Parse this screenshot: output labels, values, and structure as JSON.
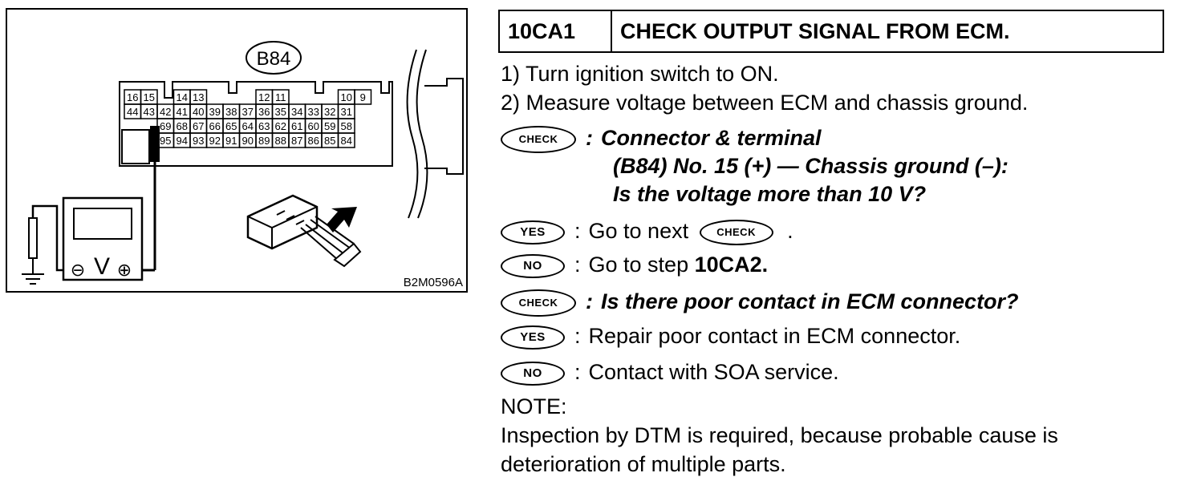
{
  "figure": {
    "connector_label": "B84",
    "pin_rows": [
      [
        "16",
        "15",
        "14",
        "13",
        "12",
        "11",
        "10",
        "9"
      ],
      [
        "44",
        "43",
        "42",
        "41",
        "40",
        "39",
        "38",
        "37",
        "36",
        "35",
        "34",
        "33",
        "32",
        "31"
      ],
      [
        "69",
        "68",
        "67",
        "66",
        "65",
        "64",
        "63",
        "62",
        "61",
        "60",
        "59",
        "58"
      ],
      [
        "95",
        "94",
        "93",
        "92",
        "91",
        "90",
        "89",
        "88",
        "87",
        "86",
        "85",
        "84"
      ]
    ],
    "meter_symbol": "V",
    "minus_symbol": "⊖",
    "plus_symbol": "⊕",
    "code": "B2M0596A"
  },
  "step": {
    "id": "10CA1",
    "title": "CHECK OUTPUT SIGNAL FROM ECM."
  },
  "instructions": [
    "1)  Turn ignition switch to ON.",
    "2)  Measure voltage between ECM and chassis ground."
  ],
  "badges": {
    "check": "CHECK",
    "yes": "YES",
    "no": "NO"
  },
  "check1": {
    "line1": "Connector & terminal",
    "line2": "(B84) No. 15 (+) — Chassis ground (–):",
    "line3": "Is the voltage more than 10 V?"
  },
  "yes1": {
    "prefix": "Go to next",
    "suffix": "."
  },
  "no1": {
    "prefix": "Go to step",
    "step": "10CA2",
    "suffix": "."
  },
  "check2": {
    "text": "Is there poor contact in ECM connector?"
  },
  "yes2": {
    "text": "Repair poor contact in ECM connector."
  },
  "no2": {
    "text": "Contact with SOA service."
  },
  "note": {
    "label": "NOTE:",
    "line1": "Inspection by DTM is required, because probable cause is",
    "line2": "deterioration of multiple parts."
  }
}
